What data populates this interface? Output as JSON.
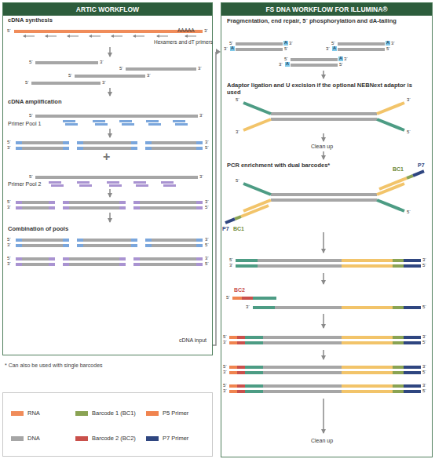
{
  "diagram": {
    "nodes": [
      {
        "text": [
          "ARTIC WORKFLOW"
        ]
      },
      {
        "text": [
          "FS DNA WORKFLOW FOR ILLUMINA®"
        ]
      }
    ],
    "edges": [
      {
        "from": 0,
        "to": 1,
        "arrow": "to",
        "label": "cDNA input"
      }
    ],
    "labels": [
      "cDNA synthesis",
      "5´",
      "AAAAA",
      "3´",
      "Hexamers and dT primers",
      "5´",
      "3´",
      "5´",
      "3´",
      "5´",
      "3´",
      "5´",
      "3´",
      "cDNA amplification",
      "5´",
      "3´",
      "Primer Pool 1",
      "5´",
      "3´",
      "3´",
      "5´",
      "+",
      "5´",
      "3´",
      "Primer Pool 2",
      "5´",
      "3´",
      "3´",
      "5´",
      "Combination of pools",
      "5´",
      "3´",
      "3´",
      "5´",
      "5´",
      "3´",
      "3´",
      "5´",
      "Fragmentation, end repair, 5´ phosphorylation and dA-tailing",
      "5´",
      "A",
      "3´",
      "3´",
      "A",
      "5´",
      "5´",
      "A",
      "3´",
      "3´",
      "A",
      "5´",
      "5´",
      "A",
      "3´",
      "3´",
      "A",
      "5´",
      "Adaptor ligation and U excision if the optional NEBNext adaptor is used",
      "5´",
      "3´",
      "3´",
      "5´",
      "Clean up",
      "PCR enrichment with dual barcodes*",
      "5´",
      "BC1",
      "P7",
      "5´",
      "P7",
      "BC1",
      "5´",
      "3´",
      "3´",
      "5´",
      "BC2",
      "5´",
      "3´",
      "5´",
      "5´",
      "3´",
      "3´",
      "5´",
      "5´",
      "3´",
      "3´",
      "5´",
      "5´",
      "3´",
      "3´",
      "5´",
      "Clean up",
      "* Can also be used with single barcodes"
    ],
    "legend": [
      {
        "text": "RNA",
        "color": "#f08c5a"
      },
      {
        "text": "Barcode 1 (BC1)",
        "color": "#8aa353"
      },
      {
        "text": "P5 Primer",
        "color": "#f0844f"
      },
      {
        "text": "DNA",
        "color": "#a6a6a6"
      },
      {
        "text": "Barcode 2 (BC2)",
        "color": "#c9504b"
      },
      {
        "text": "P7 Primer",
        "color": "#2f4680"
      }
    ]
  }
}
